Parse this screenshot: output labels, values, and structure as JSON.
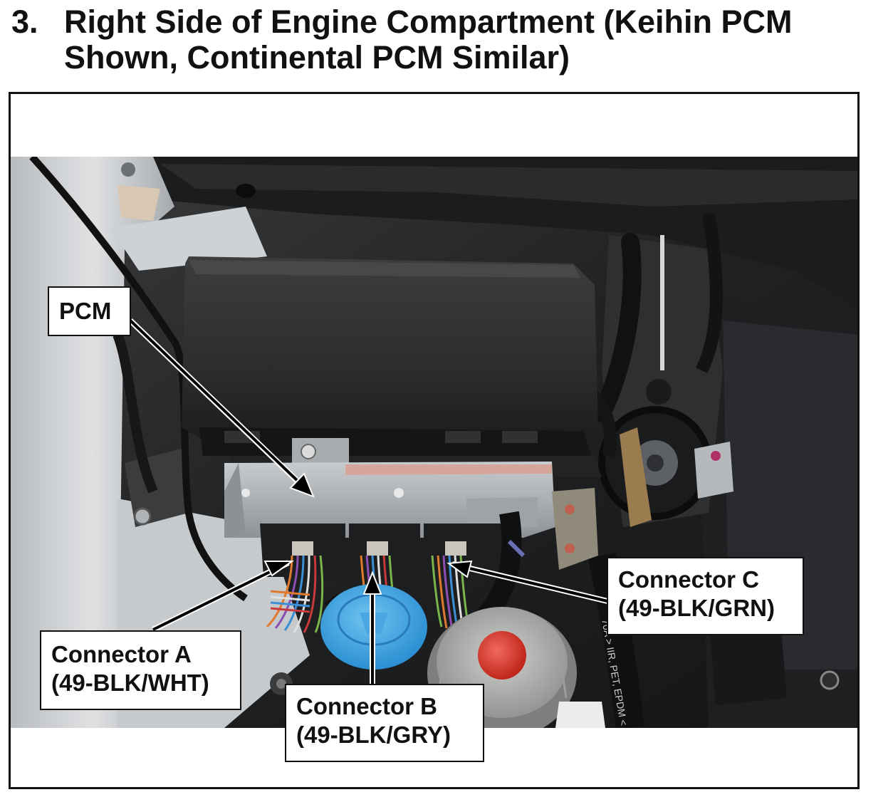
{
  "heading": {
    "step": "3.",
    "title": "Right Side of Engine Compartment (Keihin PCM\nShown, Continental PCM Similar)"
  },
  "callouts": {
    "pcm": {
      "label": "PCM"
    },
    "connector_a": {
      "name": "Connector A",
      "spec": "(49-BLK/WHT)"
    },
    "connector_b": {
      "name": "Connector B",
      "spec": "(49-BLK/GRY)"
    },
    "connector_c": {
      "name": "Connector C",
      "spec": "(49-BLK/GRN)"
    }
  },
  "photo_labels": {
    "tire_marking": "70A > IIR, PET, EPDM <"
  }
}
